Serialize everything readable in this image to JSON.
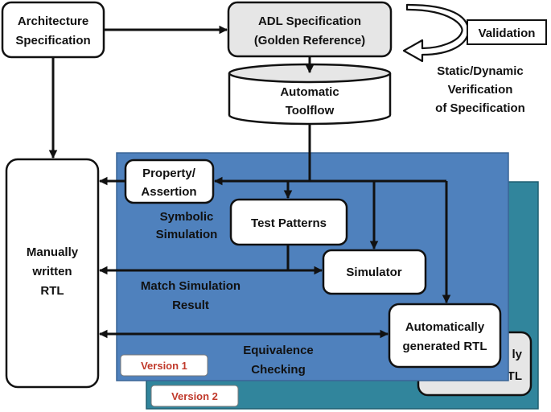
{
  "nodes": {
    "architecture_spec": [
      "Architecture",
      "Specification"
    ],
    "adl_spec": [
      "ADL Specification",
      "(Golden Reference)"
    ],
    "validation": [
      "Validation"
    ],
    "static_dynamic": [
      "Static/Dynamic",
      "Verification",
      "of Specification"
    ],
    "automatic_toolflow": [
      "Automatic",
      "Toolflow"
    ],
    "manual_rtl": [
      "Manually",
      "written",
      "RTL"
    ],
    "property_assertion": [
      "Property/",
      "Assertion"
    ],
    "symbolic_simulation": [
      "Symbolic",
      "Simulation"
    ],
    "test_patterns": [
      "Test Patterns"
    ],
    "simulator": [
      "Simulator"
    ],
    "match_simulation": [
      "Match Simulation",
      "Result"
    ],
    "auto_rtl": [
      "Automatically",
      "generated RTL"
    ],
    "auto_rtl_back": [
      "ly",
      "TL"
    ],
    "equivalence": [
      "Equivalence",
      "Checking"
    ]
  },
  "versions": {
    "v1": "Version 1",
    "v2": "Version 2"
  },
  "colors": {
    "panel_front": "#4f81bd",
    "panel_back": "#31859c",
    "grey_box": "#e6e6e6",
    "version_text": "#c0392b"
  }
}
